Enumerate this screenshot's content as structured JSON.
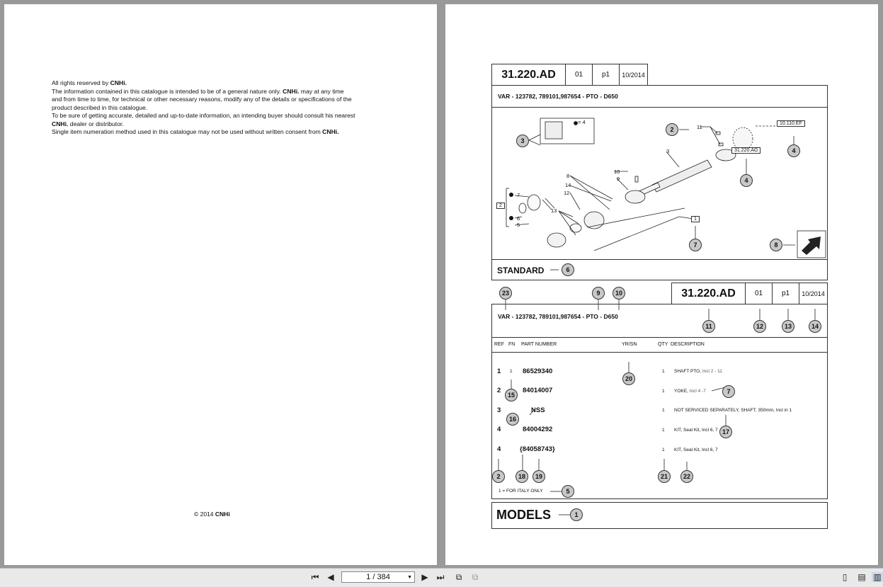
{
  "viewer": {
    "page_indicator": "1 / 384",
    "icons": [
      "first-page-icon",
      "prev-page-icon",
      "next-page-icon",
      "last-page-icon",
      "rotate-icon",
      "fit-icon",
      "single-page-icon",
      "continuous-icon",
      "facing-icon"
    ]
  },
  "left_page": {
    "lines": [
      {
        "pre": "All rights reserved by ",
        "brand": "CNHi.",
        "post": ""
      },
      {
        "pre": "The information contained in this catalogue is intended to be of a general nature only.  ",
        "brand": "CNHi.",
        "post": "  may at any time"
      },
      {
        "pre": "and from time to time, for technical or other necessary reasons, modify any of the details or specifications of the",
        "brand": "",
        "post": ""
      },
      {
        "pre": "product described in this catalogue.",
        "brand": "",
        "post": ""
      },
      {
        "pre": "To be sure of getting accurate, detailed and up-to-date information, an intending buyer should consult his nearest",
        "brand": "",
        "post": ""
      },
      {
        "pre": "",
        "brand": "CNHi.",
        "post": " dealer or distributor."
      },
      {
        "pre": "Single item numeration method used in this catalogue may not be used without written consent from ",
        "brand": "CNHi.",
        "post": ""
      }
    ],
    "copyright_pre": "© 2014 ",
    "copyright_brand": "CNHi"
  },
  "right_page": {
    "top_header": {
      "code": "31.220.AD",
      "rev": "01",
      "page": "p1",
      "date": "10/2014"
    },
    "top_subtitle": "VAR - 123782, 789101,987654 - PTO - D650",
    "kit_eq": "= 4",
    "diagram_labels": {
      "ref_10110": "10.110.EF",
      "ref_31220": "31.220.AG",
      "box_2": "2",
      "box_1": "1",
      "n11": "11",
      "n3": "3",
      "n10": "10",
      "n9": "9",
      "n8": "8",
      "n14": "14",
      "n12": "12",
      "n13": "13",
      "n7": "7",
      "n6": "6",
      "n5": "5"
    },
    "standard": "STANDARD",
    "bottom_header": {
      "code": "31.220.AD",
      "rev": "01",
      "page": "p1",
      "date": "10/2014"
    },
    "bottom_subtitle": "VAR - 123782, 789101,987654 - PTO - D650",
    "columns": {
      "ref": "REF",
      "fn": "FN",
      "part": "PART NUMBER",
      "yrsn": "YR/SN",
      "qty": "QTY",
      "desc": "DESCRIPTION"
    },
    "rows": [
      {
        "ref": "1",
        "fn": "1",
        "part": "86529340",
        "qty": "1",
        "desc": "SHAFT PTO, ",
        "desc_extra": "Incl 2 - 11"
      },
      {
        "ref": "2",
        "fn": "",
        "part": "84014007",
        "qty": "1",
        "desc": "YOKE, ",
        "desc_extra": "Incl 4 -7"
      },
      {
        "ref": "3",
        "fn": "",
        "part": "NSS",
        "qty": "1",
        "desc": "NOT SERVICED SEPARATELY, SHAFT, 350mm, Incl in 1",
        "desc_extra": ""
      },
      {
        "ref": "4",
        "fn": "",
        "part": "84004292",
        "qty": "1",
        "desc": "KIT, Seal Kit, Incl 6, 7",
        "desc_extra": ""
      },
      {
        "ref": "4",
        "fn": "",
        "part": "{84058743}",
        "qty": "1",
        "desc": "KIT, Seal Kit, Incl 6, 7",
        "desc_extra": ""
      }
    ],
    "footnote": "1 = FOR ITALY ONLY",
    "models": "MODELS",
    "callouts": {
      "c1": "1",
      "c2": "2",
      "c3": "3",
      "c4": "4",
      "c4b": "4",
      "c5": "5",
      "c6": "6",
      "c7": "7",
      "c7b": "7",
      "c8": "8",
      "c9": "9",
      "c10": "10",
      "c11": "11",
      "c12": "12",
      "c13": "13",
      "c14": "14",
      "c15": "15",
      "c16": "16",
      "c17": "17",
      "c18": "18",
      "c19": "19",
      "c20": "20",
      "c21": "21",
      "c22": "22",
      "c23": "23",
      "c2b": "2"
    }
  }
}
